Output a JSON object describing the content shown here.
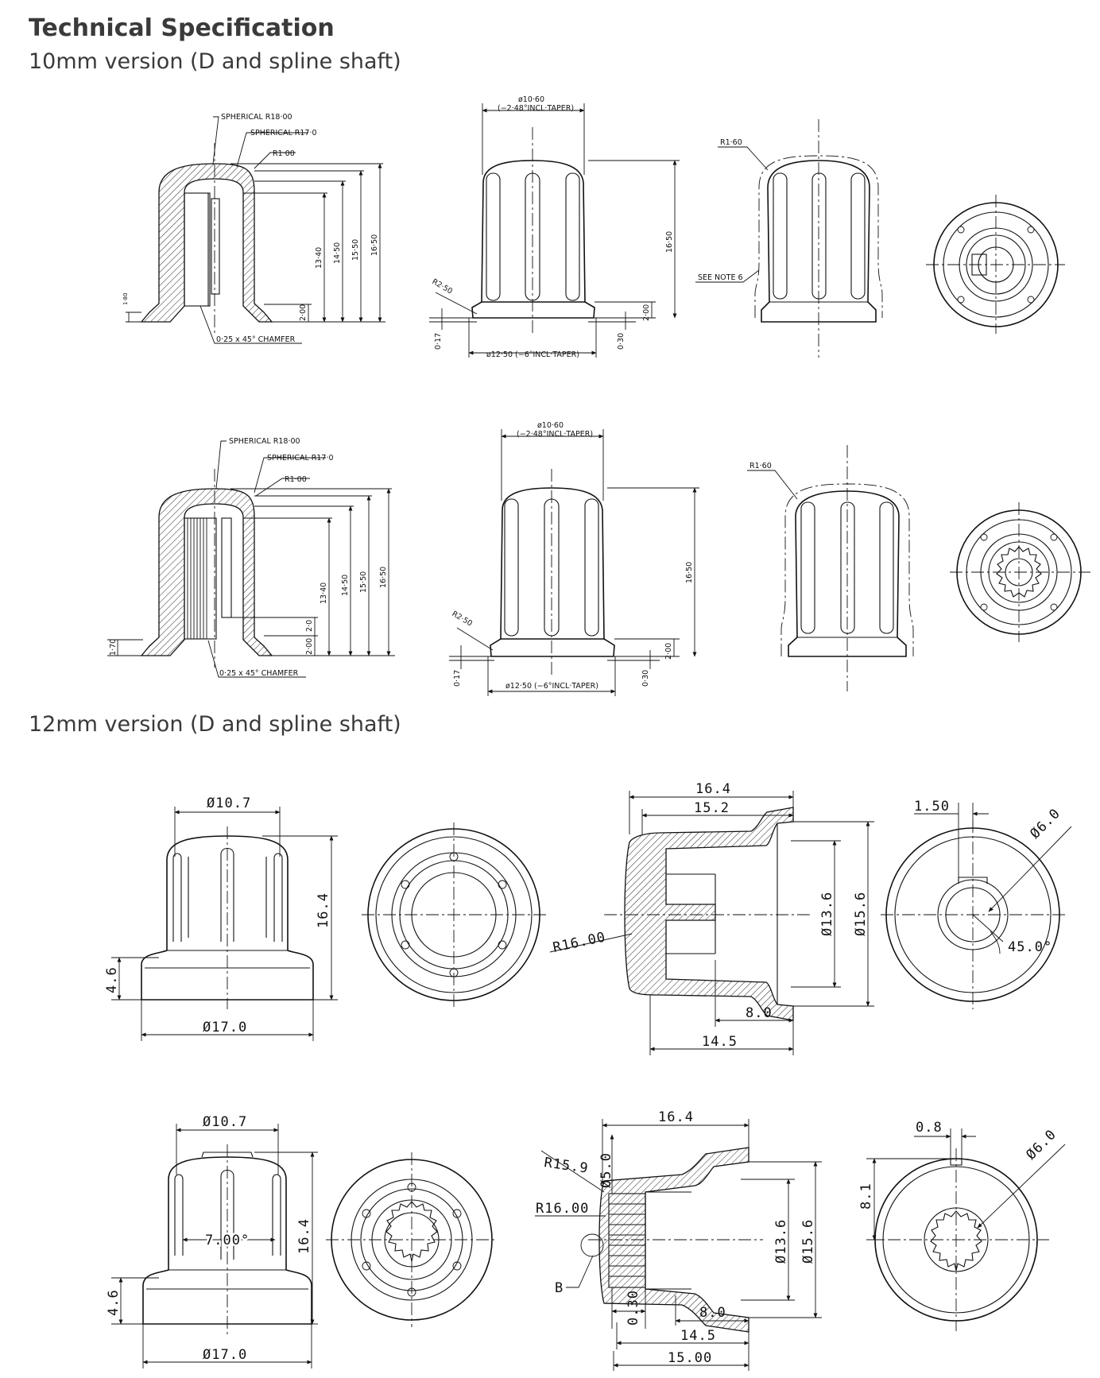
{
  "header": {
    "title": "Technical Specification",
    "subtitle_10mm": "10mm version (D and spline shaft)",
    "subtitle_12mm": "12mm version (D and spline shaft)"
  },
  "d10": {
    "spherical_r18": "SPHERICAL R18·00",
    "spherical_r17": "SPHERICAL R17·0",
    "r1": "R1·00",
    "h1340": "13·40",
    "h1450": "14·50",
    "h1550": "15·50",
    "h1650": "16·50",
    "h200": "2·00",
    "h20": "2·0",
    "h180": "1·80",
    "h170": "1·70",
    "chamfer": "0·25 x 45° CHAMFER",
    "top_dia": "ø10·60",
    "top_taper": "(−2·48°INCL·TAPER)",
    "r250": "R2·50",
    "h017": "0·17",
    "bot_dia": "ø12·50 (−6°INCL·TAPER)",
    "h030": "0·30",
    "r160": "R1·60",
    "note6": "SEE NOTE 6"
  },
  "d12": {
    "dia107": "Ø10.7",
    "dia170": "Ø17.0",
    "h164": "16.4",
    "h46": "4.6",
    "l164": "16.4",
    "l152": "15.2",
    "r1600": "R16.00",
    "dia136": "Ø13.6",
    "dia156": "Ø15.6",
    "l80": "8.0",
    "l145": "14.5",
    "l150": "1.50",
    "dia60": "Ø6.0",
    "ang45": "45.0°",
    "ang700": "7.00°",
    "r159": "R15.9",
    "dia50": "Ø5.0",
    "l030": "0.30",
    "l1500": "15.00",
    "lbl_b": "B",
    "l08": "0.8",
    "l81": "8.1"
  }
}
